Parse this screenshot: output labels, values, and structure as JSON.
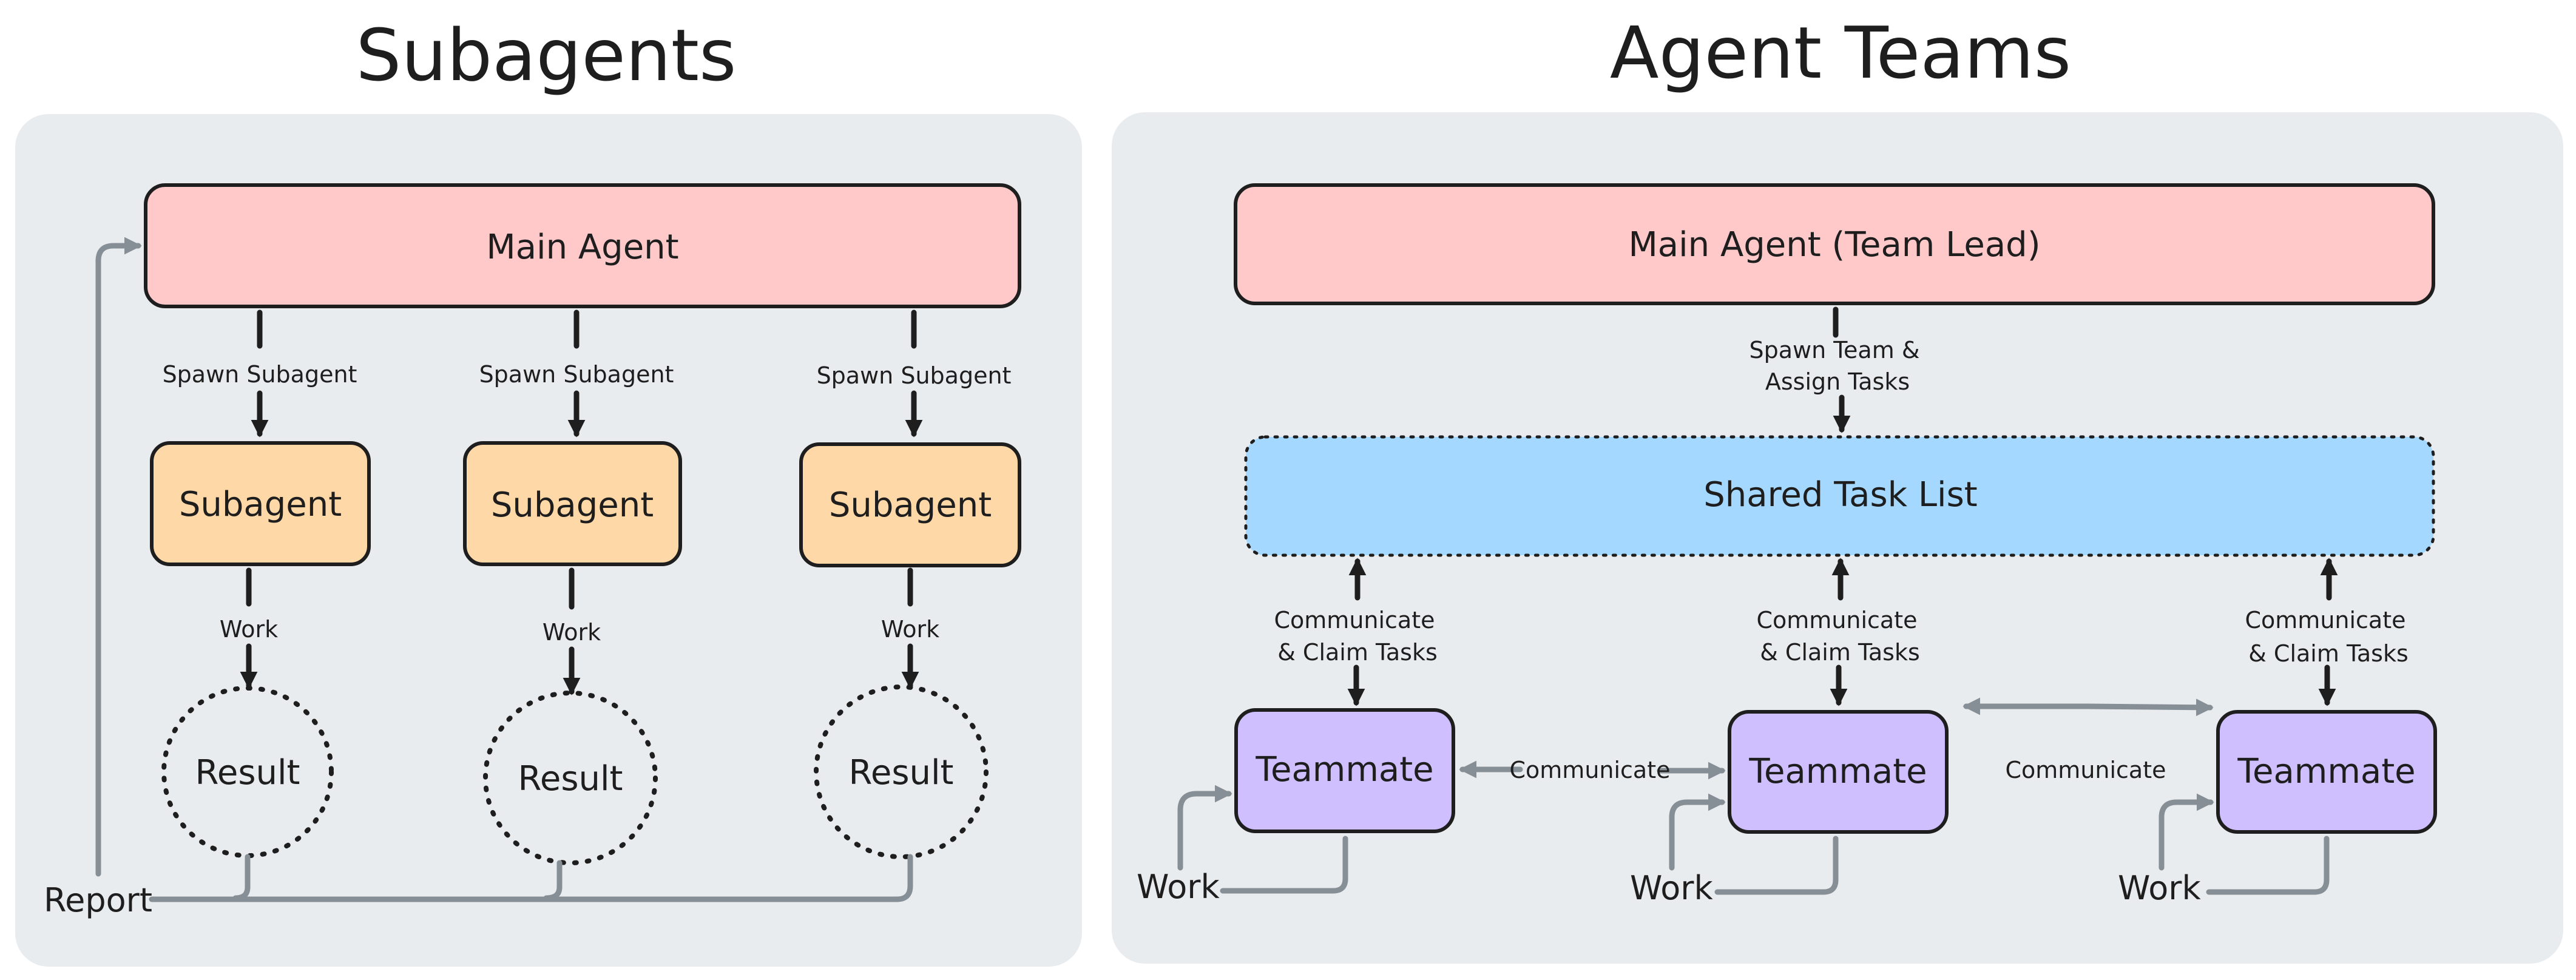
{
  "subagents_panel": {
    "title": "Subagents",
    "main_agent": "Main Agent",
    "spawn_label": "Spawn Subagent",
    "subagent_label": "Subagent",
    "work_label": "Work",
    "result_label": "Result",
    "report_label": "Report"
  },
  "teams_panel": {
    "title": "Agent Teams",
    "team_lead": "Main Agent (Team Lead)",
    "spawn_line1": "Spawn Team &",
    "spawn_line2": "Assign Tasks",
    "task_list": "Shared Task List",
    "claim_line1": "Communicate",
    "claim_line2": "& Claim Tasks",
    "teammate_label": "Teammate",
    "communicate_label": "Communicate",
    "work_label": "Work"
  },
  "colors": {
    "panel_bg": "#e9ecef",
    "main_agent_fill": "#ffc9c9",
    "subagent_fill": "#ffd8a8",
    "task_list_fill": "#a5d8ff",
    "teammate_fill": "#d0bfff",
    "dark_stroke": "#1e1e1e",
    "gray_stroke": "#868e96"
  }
}
